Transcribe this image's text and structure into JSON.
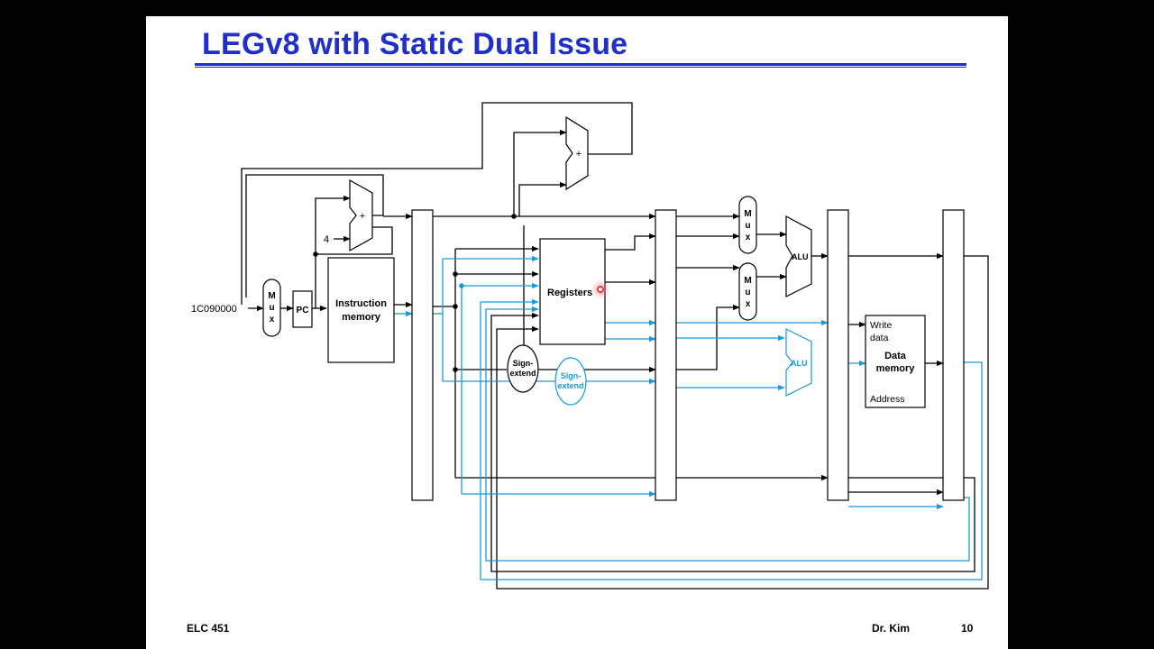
{
  "slide": {
    "title": "LEGv8 with Static Dual Issue",
    "footer_left": "ELC 451",
    "footer_author": "Dr. Kim",
    "page_number": "10"
  },
  "diagram": {
    "pc_init": "1C090000",
    "const_four": "4",
    "pc": "PC",
    "mux_label": [
      "M",
      "u",
      "x"
    ],
    "adder_symbol": "+",
    "instruction_memory": [
      "Instruction",
      "memory"
    ],
    "registers": "Registers",
    "sign_extend": [
      "Sign-",
      "extend"
    ],
    "alu": "ALU",
    "data_memory": {
      "write_data": [
        "Write",
        "data"
      ],
      "title": [
        "Data",
        "memory"
      ],
      "address": "Address"
    }
  },
  "colors": {
    "title": "#1f2fc8",
    "second_issue_path": "#1a9ad6",
    "datapath": "#000000"
  }
}
